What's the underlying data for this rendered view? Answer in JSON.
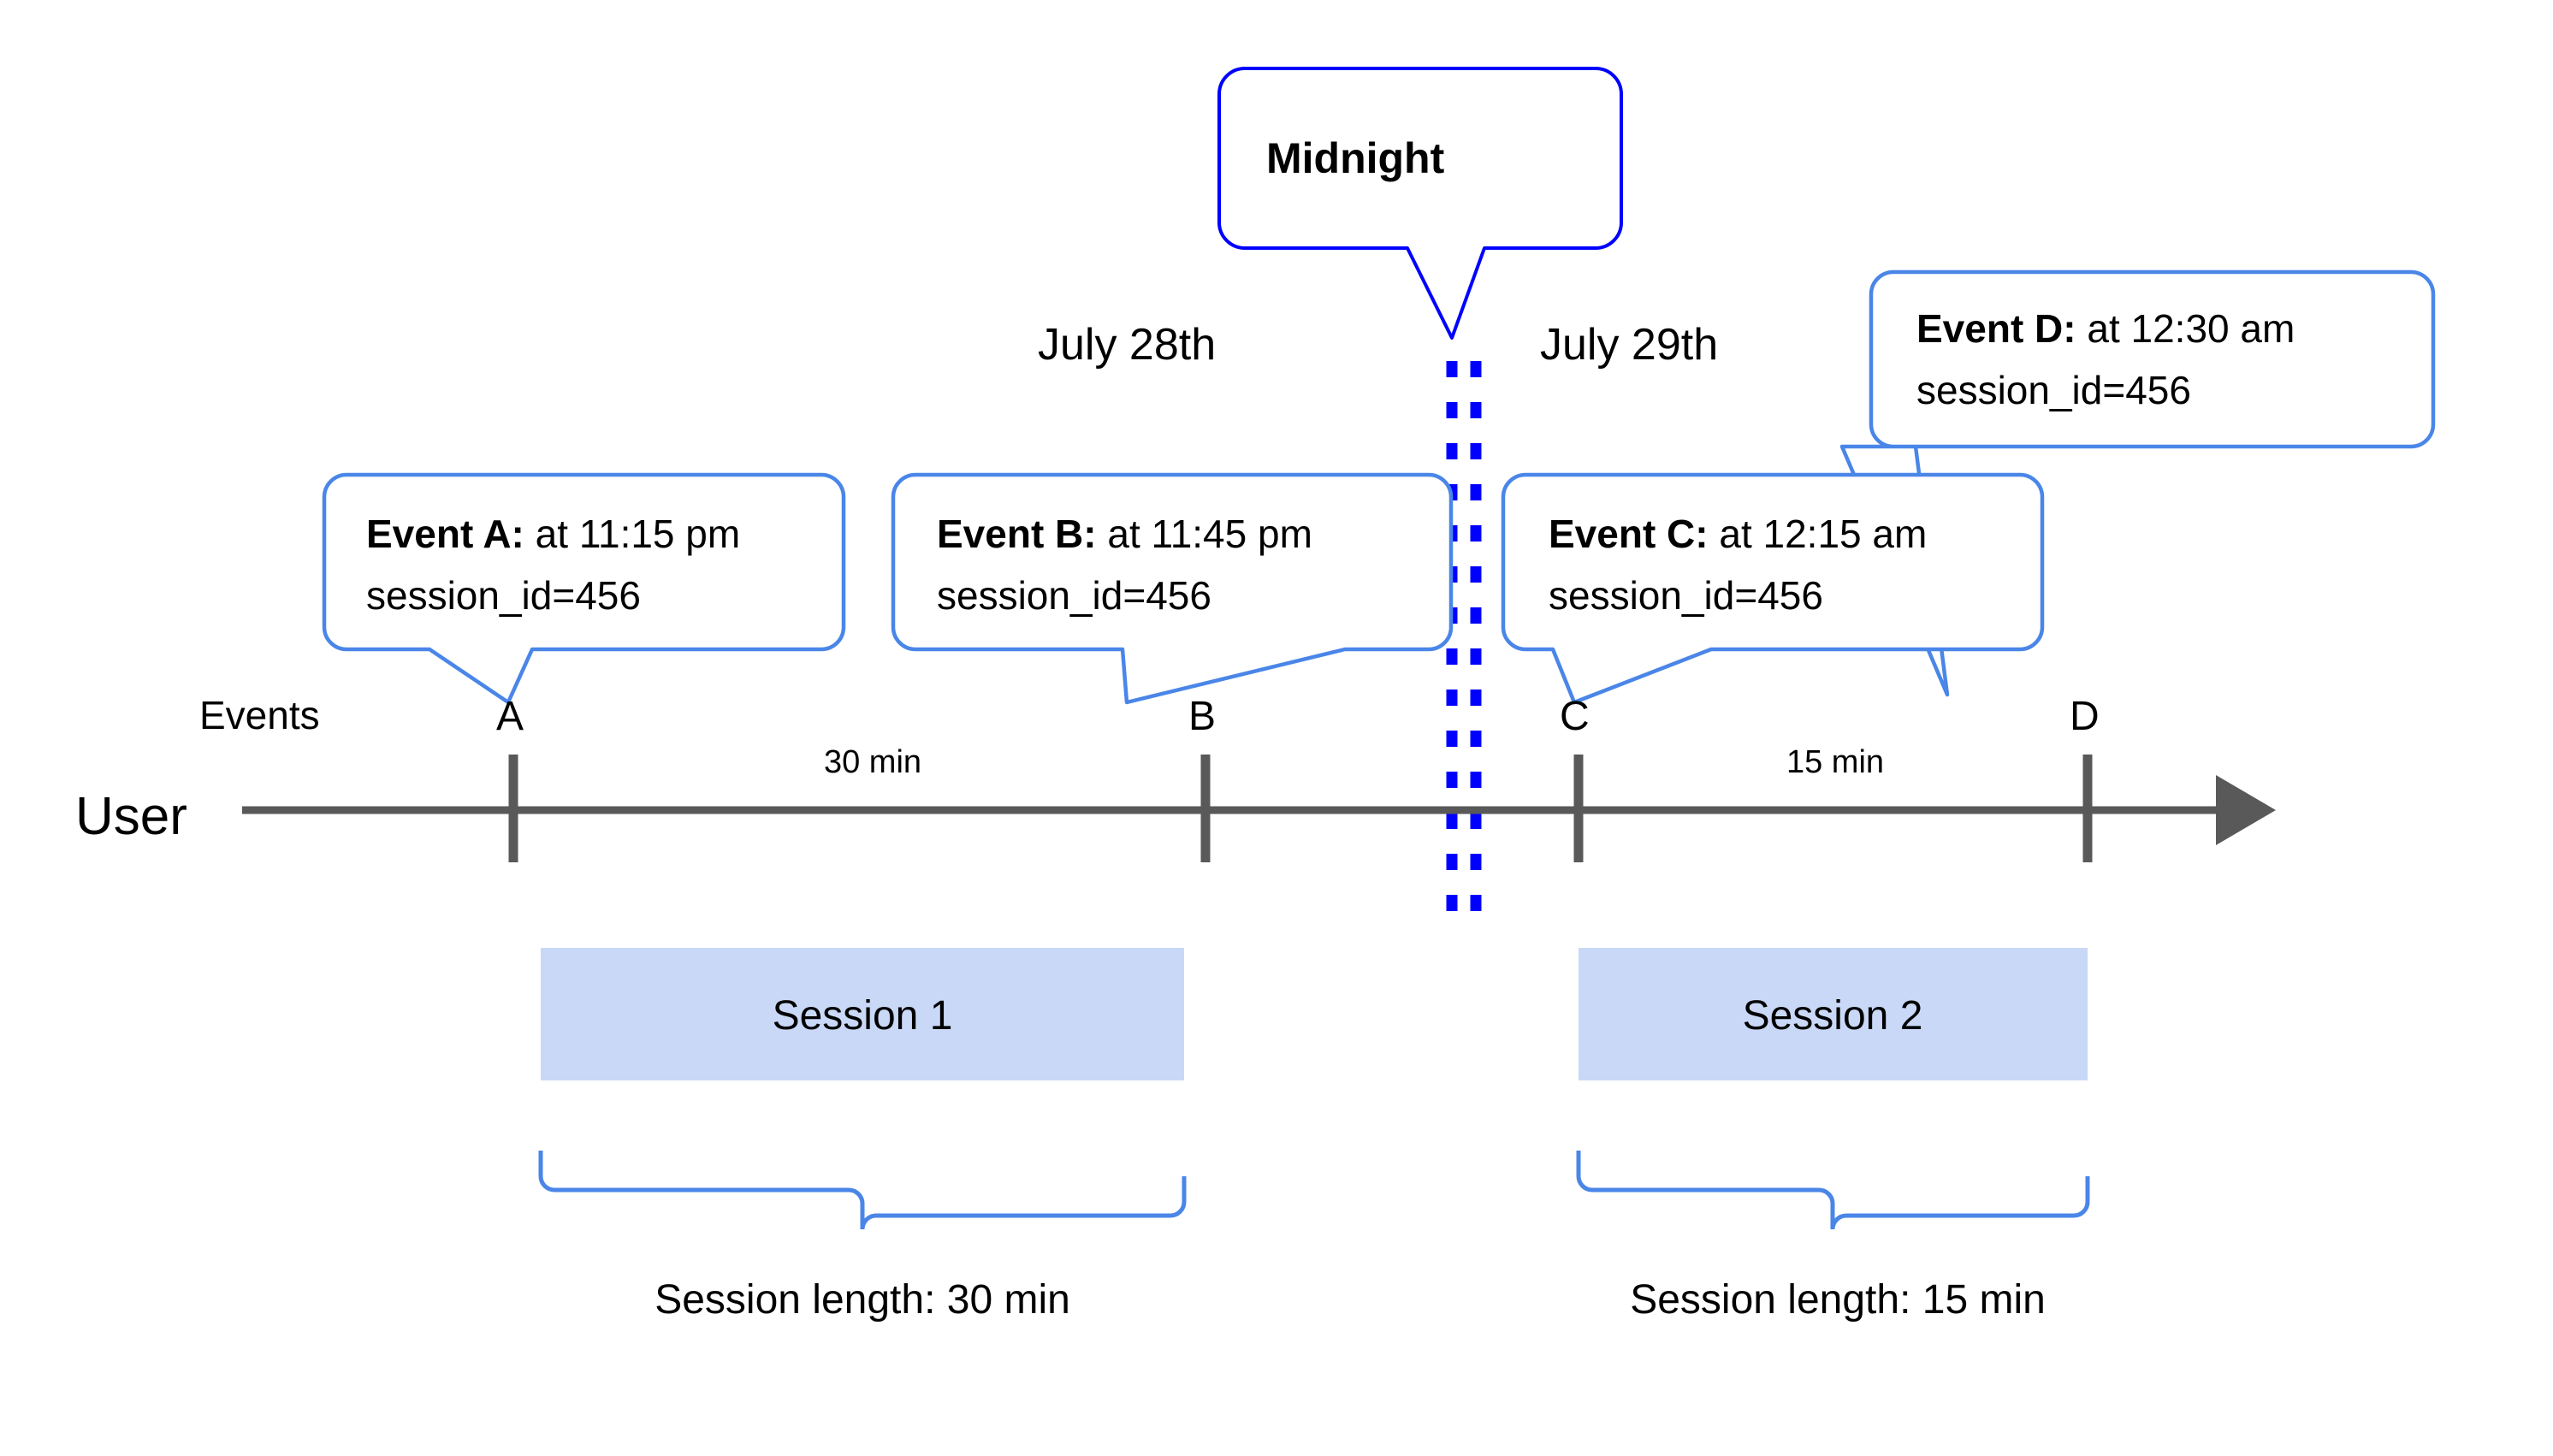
{
  "diagram": {
    "title_implicit": "User session split at midnight timeline",
    "colors": {
      "callout_border": "#4a86e8",
      "midnight_border": "#0000ff",
      "midnight_dash": "#0000ff",
      "session_fill": "#c9d8f7",
      "axis": "#595959",
      "brace": "#4a86e8",
      "text": "#000000",
      "background": "#ffffff"
    },
    "midnight": {
      "label": "Midnight"
    },
    "dates": [
      {
        "label": "July 28th"
      },
      {
        "label": "July 29th"
      }
    ],
    "axis": {
      "row_label": "User",
      "events_label": "Events"
    },
    "events": [
      {
        "tick": "A",
        "title": "Event A:",
        "detail": "at 11:15 pm",
        "session_id": "session_id=456"
      },
      {
        "tick": "B",
        "title": "Event B:",
        "detail": "at 11:45 pm",
        "session_id": "session_id=456"
      },
      {
        "tick": "C",
        "title": "Event C:",
        "detail": "at 12:15 am",
        "session_id": "session_id=456"
      },
      {
        "tick": "D",
        "title": "Event D:",
        "detail": "at 12:30 am",
        "session_id": "session_id=456"
      }
    ],
    "intervals": [
      {
        "label": "30 min"
      },
      {
        "label": "15 min"
      }
    ],
    "sessions": [
      {
        "label": "Session 1",
        "length_label": "Session length: 30 min"
      },
      {
        "label": "Session 2",
        "length_label": "Session length: 15 min"
      }
    ]
  },
  "chart_data": {
    "type": "timeline",
    "title": "Sessions split by midnight boundary",
    "xlabel": "",
    "ylabel": "",
    "grid": false,
    "legend": false,
    "boundary": {
      "name": "Midnight",
      "between": [
        "July 28th",
        "July 29th"
      ]
    },
    "points": [
      {
        "id": "A",
        "time": "11:15 pm",
        "date": "July 28th",
        "session_id": 456,
        "session": "Session 1"
      },
      {
        "id": "B",
        "time": "11:45 pm",
        "date": "July 28th",
        "session_id": 456,
        "session": "Session 1"
      },
      {
        "id": "C",
        "time": "12:15 am",
        "date": "July 29th",
        "session_id": 456,
        "session": "Session 2"
      },
      {
        "id": "D",
        "time": "12:30 am",
        "date": "July 29th",
        "session_id": 456,
        "session": "Session 2"
      }
    ],
    "gaps": [
      {
        "from": "A",
        "to": "B",
        "duration_min": 30,
        "label": "30 min"
      },
      {
        "from": "C",
        "to": "D",
        "duration_min": 15,
        "label": "15 min"
      }
    ],
    "sessions": [
      {
        "name": "Session 1",
        "start": "A",
        "end": "B",
        "length_min": 30,
        "length_label": "Session length: 30 min"
      },
      {
        "name": "Session 2",
        "start": "C",
        "end": "D",
        "length_min": 15,
        "length_label": "Session length: 15 min"
      }
    ]
  }
}
